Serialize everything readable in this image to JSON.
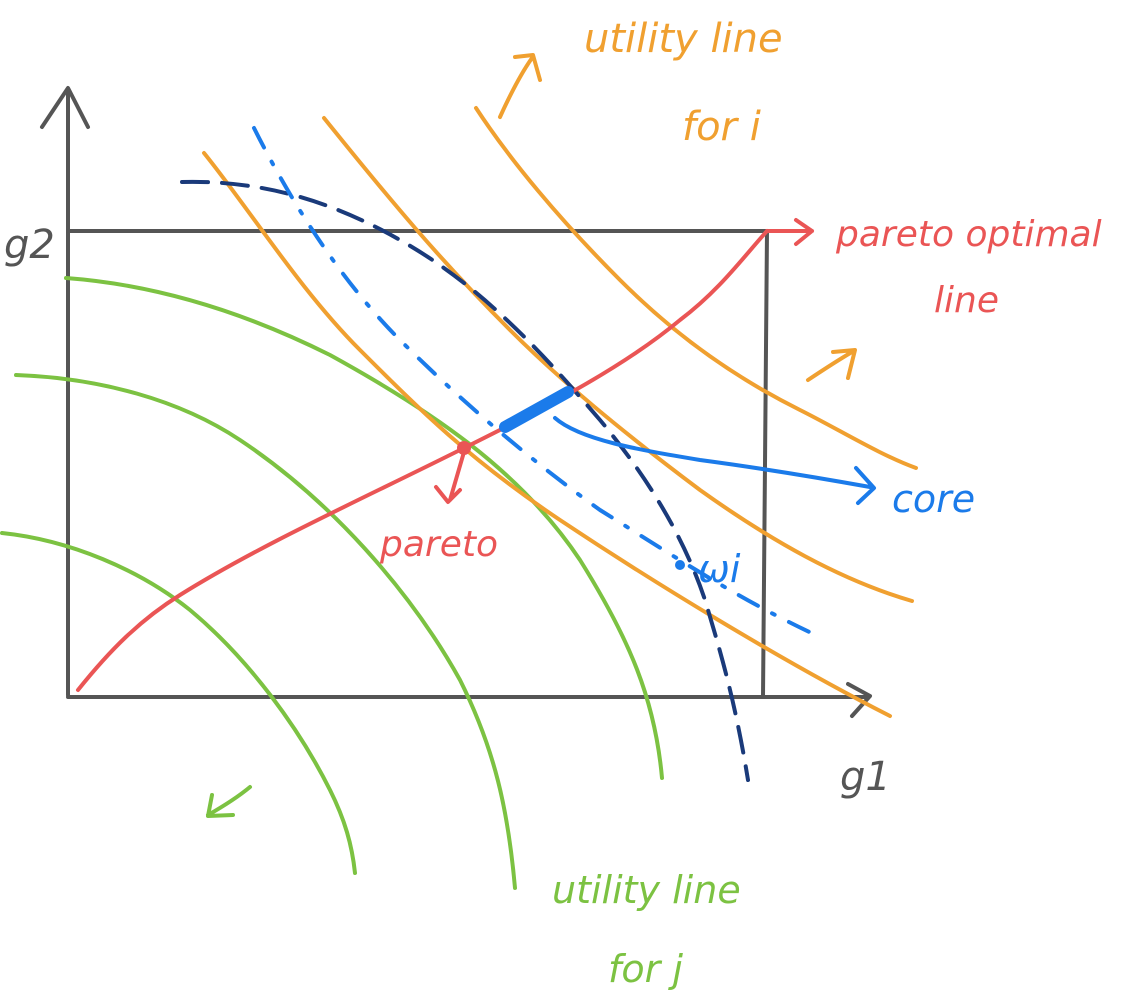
{
  "axes": {
    "x_label": "g1",
    "y_label": "g2"
  },
  "labels": {
    "utility_i_line1": "utility line",
    "utility_i_line2": "for i",
    "pareto_optimal_line1": "pareto optimal",
    "pareto_optimal_line2": "line",
    "pareto_point": "pareto",
    "core": "core",
    "omega_i": "ωi",
    "utility_j_line1": "utility line",
    "utility_j_line2": "for j"
  },
  "colors": {
    "axes": "#555555",
    "utility_i": "#f0a030",
    "utility_j": "#7cc242",
    "pareto": "#ea5555",
    "core": "#1b7bea",
    "dashed_navy": "#1a3a7a"
  },
  "icons": {
    "arrow": "hand-drawn-arrow"
  }
}
